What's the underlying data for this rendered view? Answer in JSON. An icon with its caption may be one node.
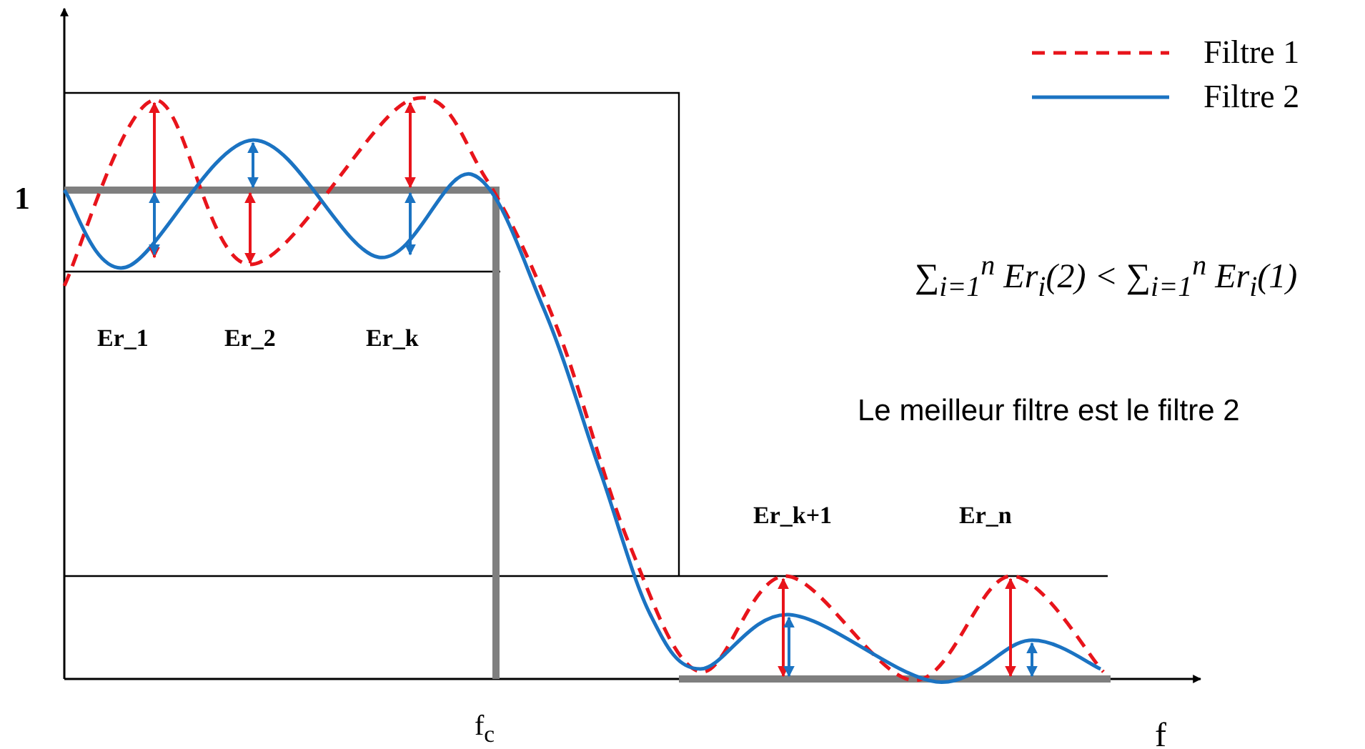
{
  "diagram": {
    "labels": [
      "1",
      "Er_1",
      "Er_2",
      "Er_k",
      "Er_k+1",
      "Er_n",
      "f$_{c}$",
      "f",
      "∑$_{i=1}$$^{n}$ Er$_{i}$(2) < ∑$_{i=1}$$^{n}$ Er$_{i}$(1)",
      "Le meilleur filtre est le filtre 2"
    ],
    "legend": [
      {
        "text": "Filtre 1"
      },
      {
        "text": "Filtre 2"
      }
    ]
  }
}
